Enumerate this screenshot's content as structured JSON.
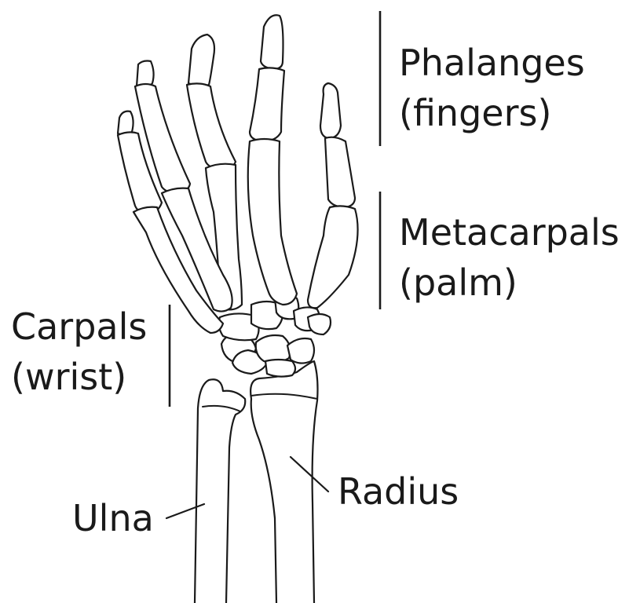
{
  "labels": {
    "phalanges": {
      "line1": "Phalanges",
      "line2": "(fingers)"
    },
    "metacarpals": {
      "line1": "Metacarpals",
      "line2": "(palm)"
    },
    "carpals": {
      "line1": "Carpals",
      "line2": "(wrist)"
    },
    "radius": "Radius",
    "ulna": "Ulna"
  },
  "colors": {
    "ink": "#1a1a1a",
    "background": "#ffffff"
  }
}
